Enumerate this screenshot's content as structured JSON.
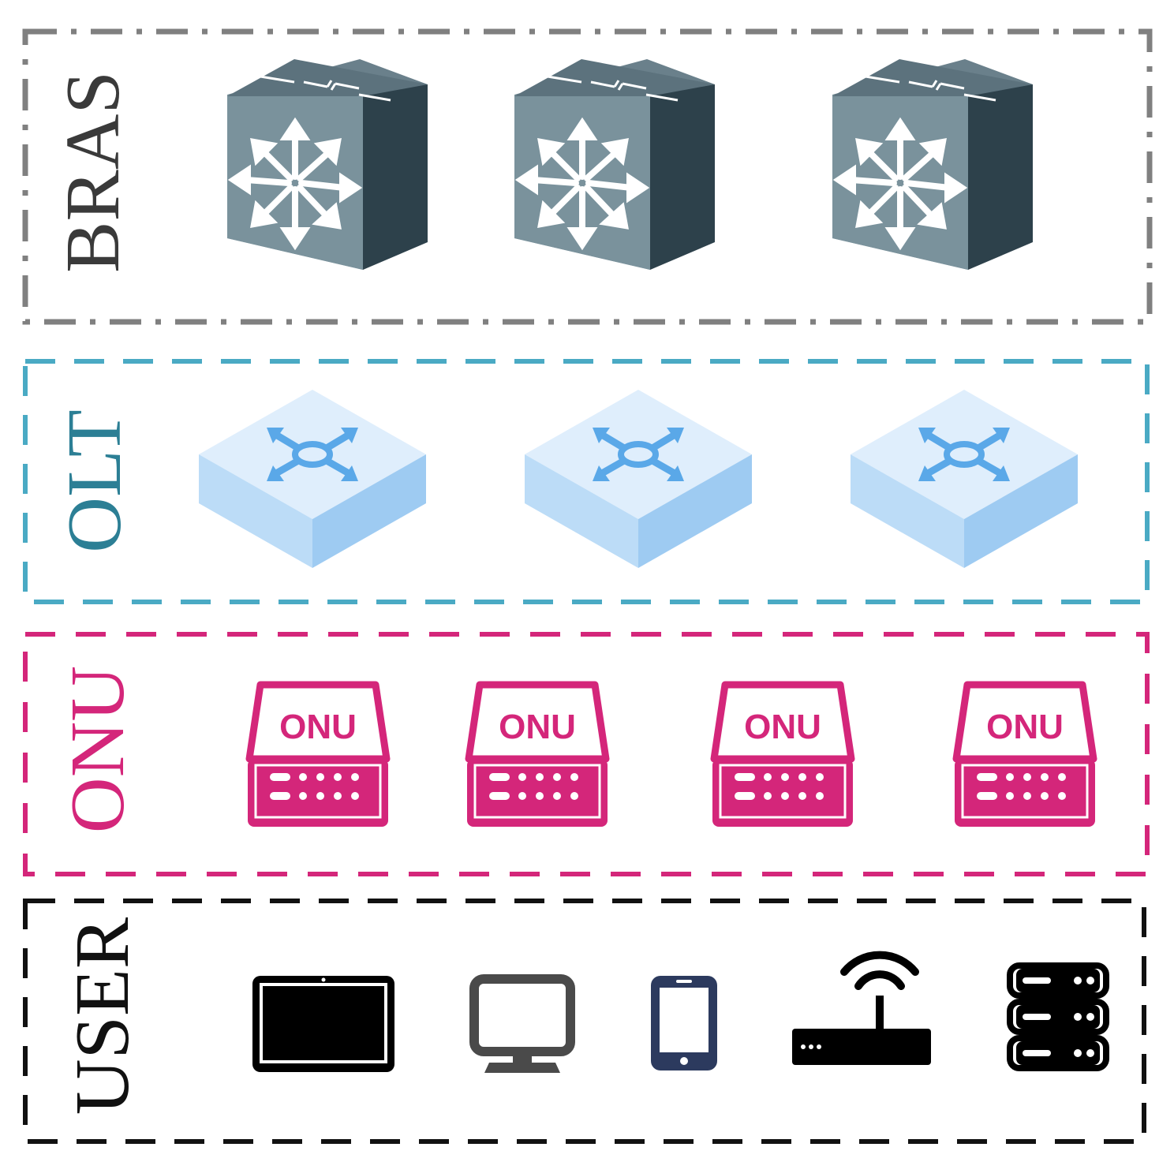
{
  "layers": [
    {
      "id": "bras",
      "label": "BRAS",
      "label_color": "#3a3a3a",
      "border_color": "#808080",
      "border_style": "dash-dot",
      "device_icon": "core-switch-cube-icon",
      "device_count": 3
    },
    {
      "id": "olt",
      "label": "OLT",
      "label_color": "#2c7f95",
      "border_color": "#4aaac4",
      "border_style": "dashed",
      "device_icon": "olt-switch-icon",
      "device_count": 3
    },
    {
      "id": "onu",
      "label": "ONU",
      "label_color": "#d4267a",
      "border_color": "#d4267a",
      "border_style": "dashed",
      "device_icon": "onu-device-icon",
      "device_count": 4,
      "device_text": "ONU"
    },
    {
      "id": "user",
      "label": "USER",
      "label_color": "#111111",
      "border_color": "#111111",
      "border_style": "dashed",
      "devices": [
        "tablet-icon",
        "monitor-icon",
        "smartphone-icon",
        "wifi-router-icon",
        "server-rack-icon"
      ]
    }
  ]
}
